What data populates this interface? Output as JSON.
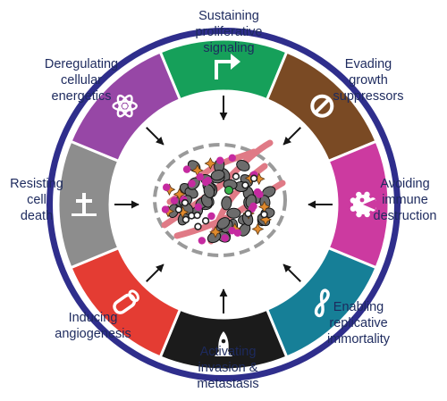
{
  "hallmarks": [
    {
      "key": "sustaining",
      "label_lines": [
        "Sustaining",
        "proliferative",
        "signaling"
      ],
      "color": "#16a05a",
      "icon": "arrow-turn-icon"
    },
    {
      "key": "evading",
      "label_lines": [
        "Evading",
        "growth",
        "suppressors"
      ],
      "color": "#7a4a24",
      "icon": "no-entry-icon"
    },
    {
      "key": "avoiding",
      "label_lines": [
        "Avoiding",
        "immune",
        "destruction"
      ],
      "color": "#cc3aa0",
      "icon": "pacman-gear-icon"
    },
    {
      "key": "enabling",
      "label_lines": [
        "Enabling",
        "replicative",
        "immortality"
      ],
      "color": "#167f97",
      "icon": "infinity-icon"
    },
    {
      "key": "activating",
      "label_lines": [
        "Activating",
        "invasion &",
        "metastasis"
      ],
      "color": "#1b1b1b",
      "icon": "rocket-icon"
    },
    {
      "key": "inducing",
      "label_lines": [
        "Inducing",
        "angiogenesis"
      ],
      "color": "#e43c33",
      "icon": "vessel-icon"
    },
    {
      "key": "resisting",
      "label_lines": [
        "Resisting",
        "cell",
        "death"
      ],
      "color": "#8d8d8d",
      "icon": "tombstone-icon"
    },
    {
      "key": "deregulating",
      "label_lines": [
        "Deregulating",
        "cellular",
        "energetics"
      ],
      "color": "#9747a6",
      "icon": "atom-icon"
    }
  ],
  "colors": {
    "outer_ring": "#2f2e8c",
    "ring_gap": "#ffffff",
    "center_outline": "#9a9a9a",
    "arrow": "#151515"
  }
}
